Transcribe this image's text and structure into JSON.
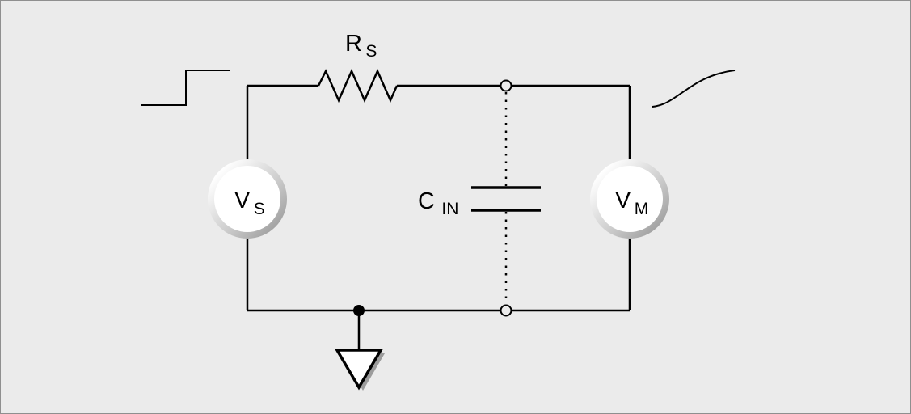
{
  "diagram": {
    "labels": {
      "resistor": {
        "main": "R",
        "sub": "S"
      },
      "capacitor": {
        "main": "C",
        "sub": "IN"
      },
      "source": {
        "main": "V",
        "sub": "S"
      },
      "meter": {
        "main": "V",
        "sub": "M"
      }
    },
    "icons": {
      "input_waveform": "step-waveform-icon",
      "output_waveform": "exponential-rise-waveform-icon",
      "ground": "ground-icon"
    },
    "colors": {
      "background": "#ebebeb",
      "line": "#000000",
      "border": "#8f8f8f",
      "shadow": "#9c9c9c",
      "ring_gradient_light": "#ffffff",
      "ring_gradient_dark": "#8e8e8e"
    }
  }
}
